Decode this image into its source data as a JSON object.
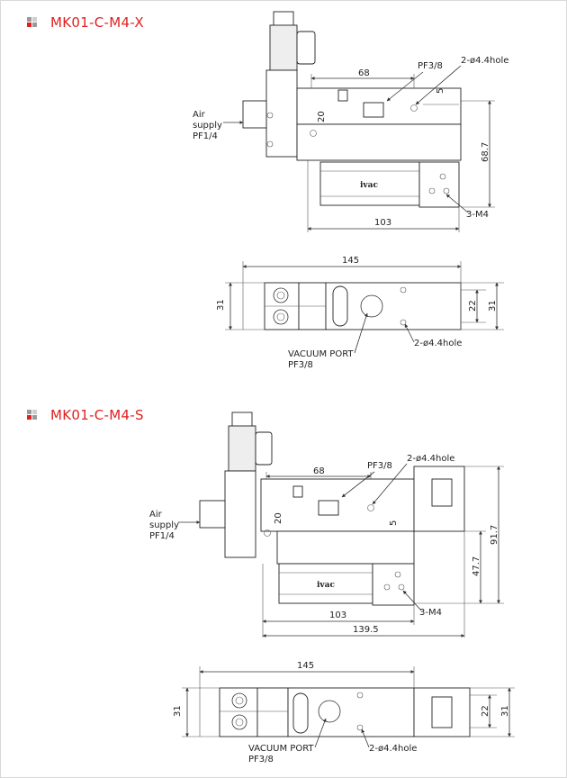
{
  "section_x": {
    "title": "MK01-C-M4-X",
    "air_label_1": "Air",
    "air_label_2": "supply",
    "air_label_3": "PF1/4",
    "dim_68": "68",
    "pf38": "PF3/8",
    "hole_top": "2-ø4.4hole",
    "dim_5": "5",
    "dim_20": "20",
    "dim_687": "68.7",
    "brand": "ivac",
    "m4": "3-M4",
    "dim_103": "103",
    "plan_145": "145",
    "plan_31_left": "31",
    "plan_22": "22",
    "plan_31_right": "31",
    "plan_hole": "2-ø4.4hole",
    "vac_1": "VACUUM  PORT",
    "vac_2": "PF3/8"
  },
  "section_s": {
    "title": "MK01-C-M4-S",
    "air_label_1": "Air",
    "air_label_2": "supply",
    "air_label_3": "PF1/4",
    "dim_68": "68",
    "pf38": "PF3/8",
    "hole_top": "2-ø4.4hole",
    "dim_5": "5",
    "dim_20": "20",
    "dim_917": "91.7",
    "dim_477": "47.7",
    "brand": "ivac",
    "m4": "3-M4",
    "dim_103": "103",
    "dim_1395": "139.5",
    "plan_145": "145",
    "plan_31_left": "31",
    "plan_22": "22",
    "plan_31_right": "31",
    "plan_hole": "2-ø4.4hole",
    "vac_1": "VACUUM  PORT",
    "vac_2": "PF3/8"
  },
  "colors": {
    "title": "#e02020",
    "bullet_dark": "#9a9a9a",
    "bullet_light": "#cfcfcf",
    "bullet_red": "#e02020"
  }
}
